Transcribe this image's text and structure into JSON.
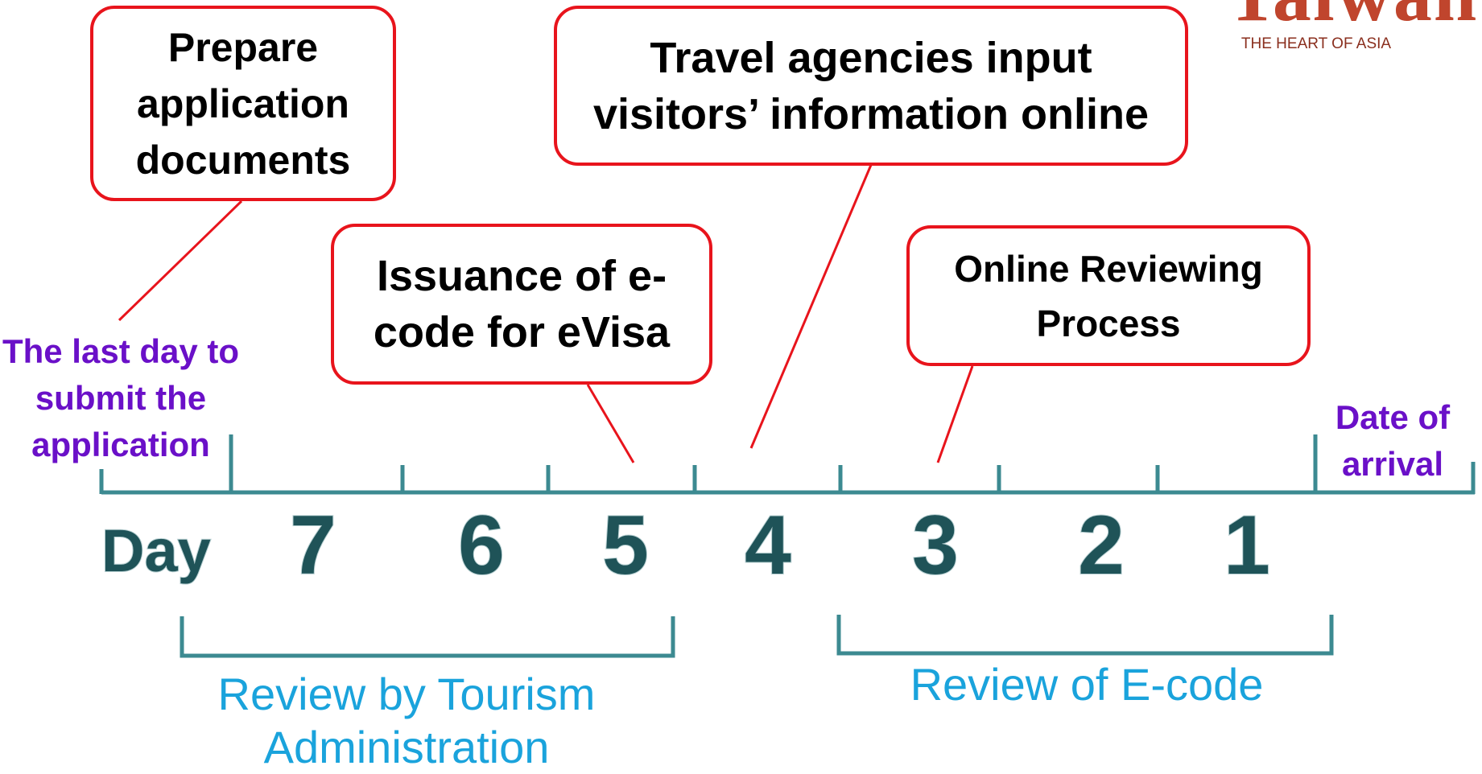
{
  "logo": {
    "wordmark": "Taiwan",
    "tagline": "THE HEART OF ASIA",
    "color": "#c0452d"
  },
  "callouts": {
    "prepare": "Prepare application documents",
    "travel_agencies": "Travel agencies input visitors’ information online",
    "issuance": "Issuance of e-code for eVisa",
    "online_review": "Online Reviewing Process"
  },
  "endpoints": {
    "last_day": "The last day to submit the application",
    "arrival": "Date of arrival"
  },
  "day_axis": {
    "label": "Day",
    "days": [
      "7",
      "6",
      "5",
      "4",
      "3",
      "2",
      "1"
    ]
  },
  "ranges": {
    "tourism_review": "Review by Tourism Administration",
    "ecode_review": "Review of E-code"
  },
  "colors": {
    "callout_border": "#e8141c",
    "axis": "#3c8a91",
    "day_number": "#1f5358",
    "endpoint_text": "#6a10c8",
    "range_text": "#1aa3dc"
  }
}
